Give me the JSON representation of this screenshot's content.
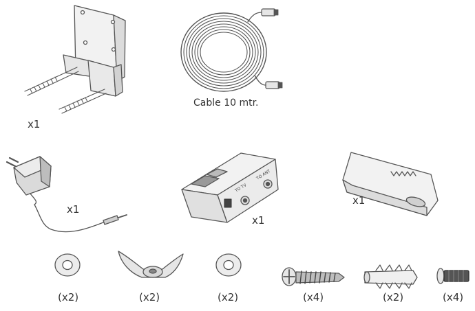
{
  "labels": {
    "bracket_qty": "x1",
    "cable_caption": "Cable 10 mtr.",
    "adapter_qty": "x1",
    "box_qty": "x1",
    "clip_qty": "x1",
    "washer_qty": "(x2)",
    "wingnut_qty": "(x2)",
    "washer2_qty": "(x2)",
    "longscrew_qty": "(x4)",
    "plug_qty": "(x2)",
    "shortscrew_qty": "(x4)",
    "box_port_tv": "TO TV",
    "box_port_ant": "TO ANT"
  },
  "icons": [
    "mounting-bracket-icon",
    "coax-cable-icon",
    "power-adapter-icon",
    "amplifier-box-icon",
    "mounting-clip-icon",
    "washer-icon",
    "wing-nut-icon",
    "long-screw-icon",
    "wall-plug-icon",
    "short-screw-icon"
  ],
  "colors": {
    "line": "#555555",
    "fill": "#f2f2f2",
    "shade": "#d8d8d8",
    "dark": "#444444",
    "text": "#333333"
  }
}
